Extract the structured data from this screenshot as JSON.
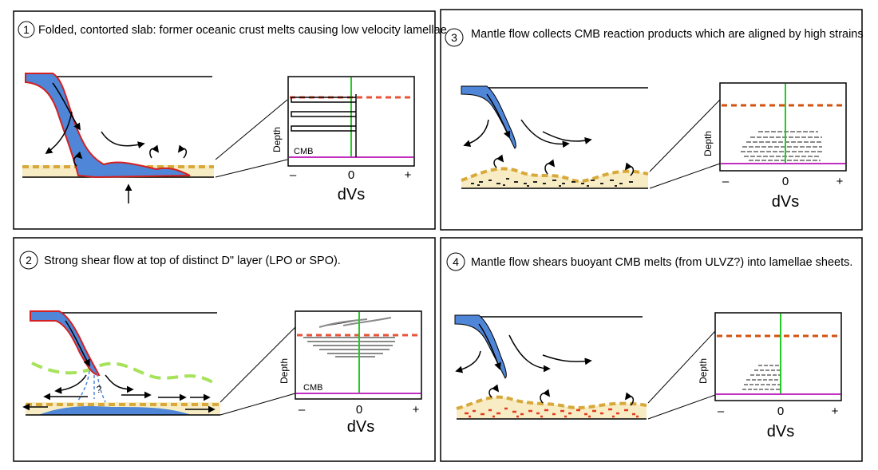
{
  "panels": [
    {
      "number": "1",
      "caption": "Folded, contorted slab: former oceanic crust melts causing low velocity lamellae",
      "show_cmb_label": true
    },
    {
      "number": "3",
      "caption": "Mantle flow collects CMB reaction products which are aligned by high strains",
      "show_cmb_label": false
    },
    {
      "number": "2",
      "caption": "Strong shear flow at top of distinct D\" layer (LPO or SPO).",
      "show_cmb_label": true
    },
    {
      "number": "4",
      "caption": "Mantle flow shears buoyant CMB melts (from ULVZ?) into lamellae sheets.",
      "show_cmb_label": false
    }
  ],
  "plot_labels": {
    "depth": "Depth",
    "cmb": "CMB",
    "minus": "–",
    "zero": "0",
    "plus": "+",
    "xlabel": "dVs"
  },
  "question_mark": "?",
  "colors": {
    "slab_fill": "#4f86d8",
    "slab_edge": "#d42020",
    "layer_fill": "#f7ecc3",
    "dashed_boundary": "#d8a93a",
    "red_dash": "#e8533a",
    "orange_dash": "#d2520f",
    "velocity_line": "#22cc22",
    "cmb_line": "#c12fc1",
    "green_dash": "#a6e35a",
    "melt_red": "#e23b1f",
    "lamellae_gray": "#8a8a8a"
  }
}
